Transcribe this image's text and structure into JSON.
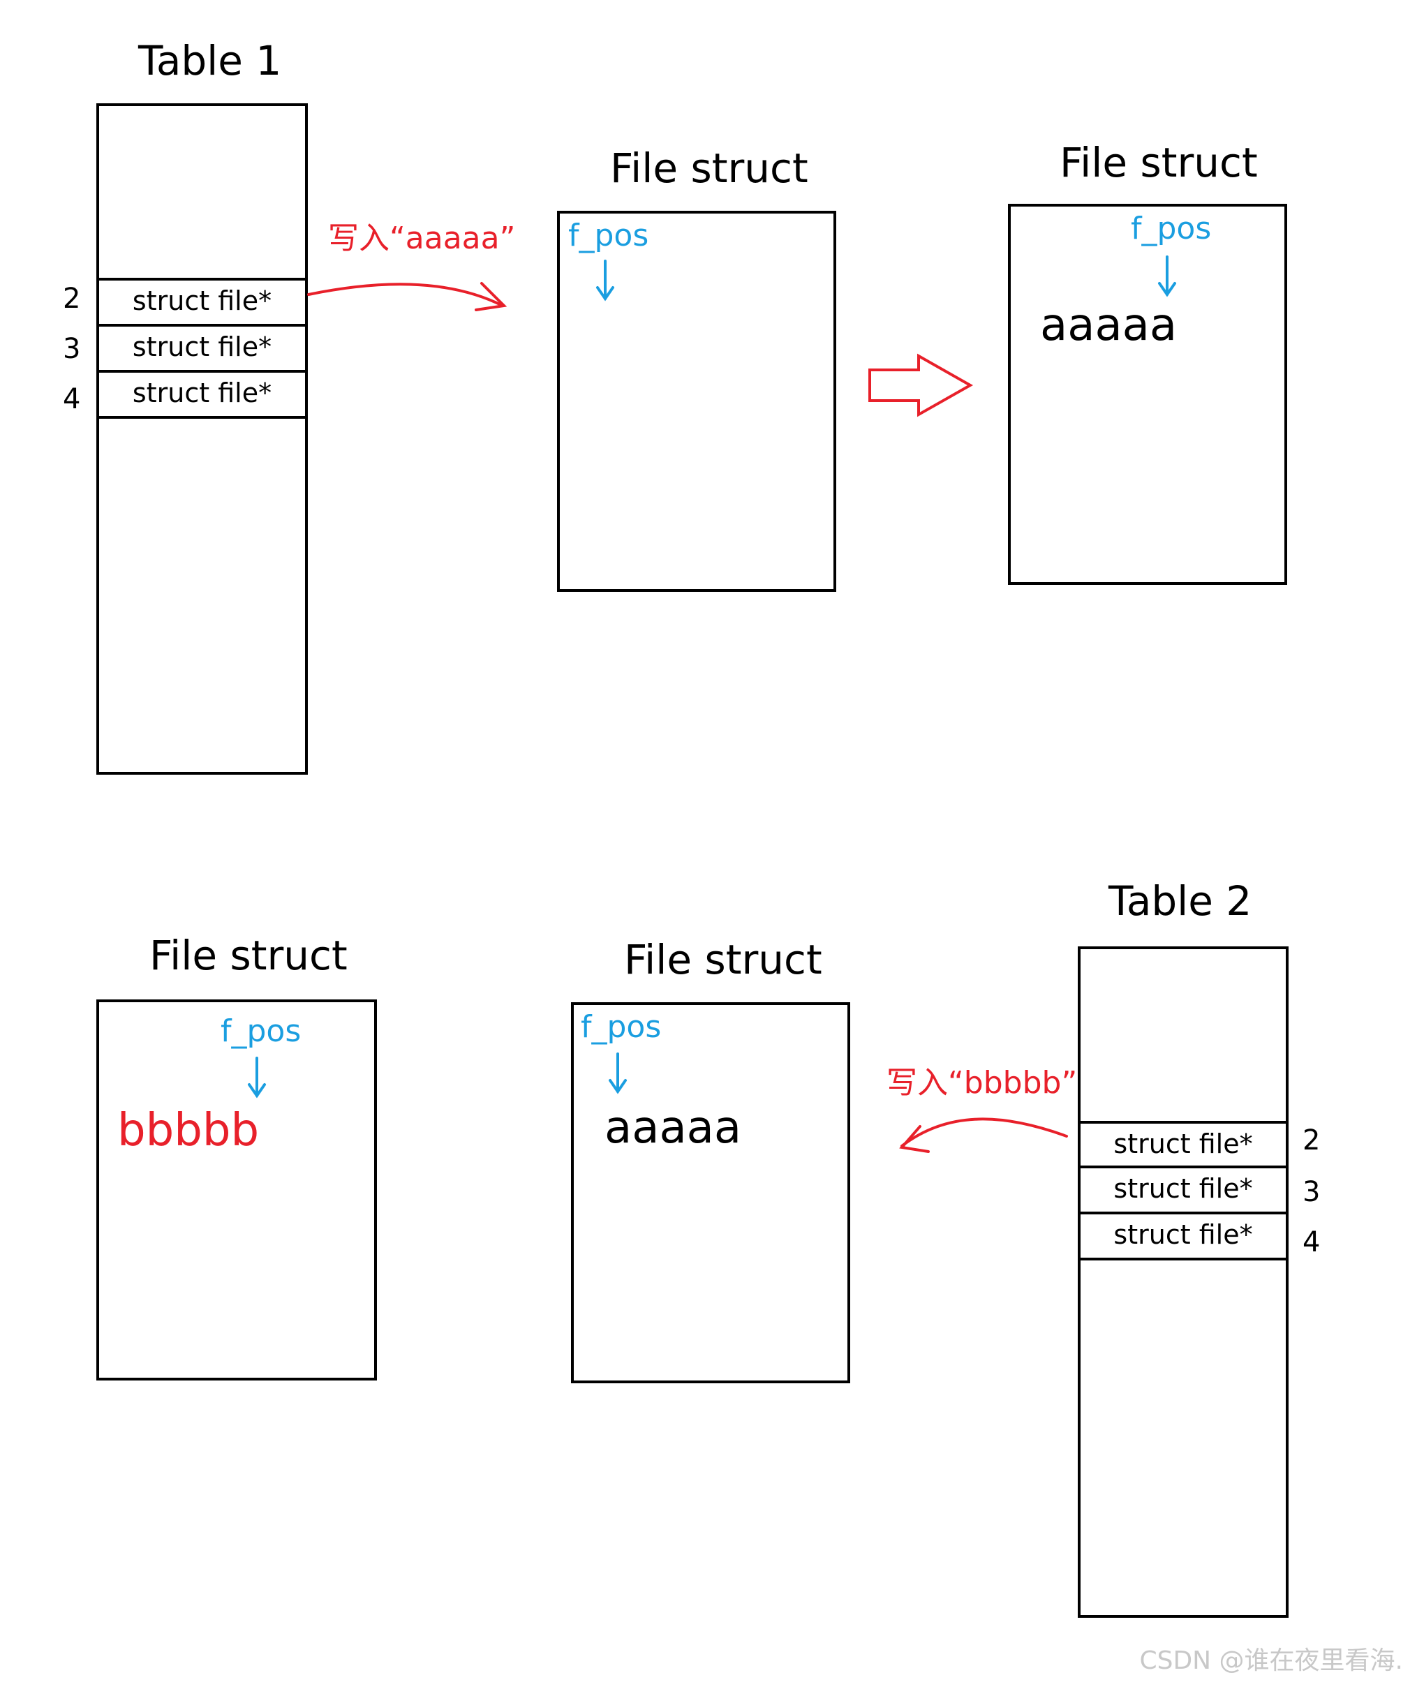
{
  "table1": {
    "title": "Table 1",
    "rows": [
      {
        "index": "2",
        "label": "struct file*"
      },
      {
        "index": "3",
        "label": "struct file*"
      },
      {
        "index": "4",
        "label": "struct file*"
      }
    ]
  },
  "table2": {
    "title": "Table 2",
    "rows": [
      {
        "index": "2",
        "label": "struct file*"
      },
      {
        "index": "3",
        "label": "struct file*"
      },
      {
        "index": "4",
        "label": "struct file*"
      }
    ]
  },
  "write_a_label": "写入“aaaaa”",
  "write_b_label": "写入“bbbbb”",
  "file_structs": [
    {
      "title": "File struct",
      "pointer": "f_pos",
      "content": ""
    },
    {
      "title": "File struct",
      "pointer": "f_pos",
      "content": "aaaaa"
    },
    {
      "title": "File struct",
      "pointer": "f_pos",
      "content": "bbbbb"
    },
    {
      "title": "File struct",
      "pointer": "f_pos",
      "content": "aaaaa"
    }
  ],
  "watermark": "CSDN @谁在夜里看海.",
  "colors": {
    "pointer": "#1a9ee0",
    "write": "#e8202a",
    "stroke": "#000000"
  }
}
